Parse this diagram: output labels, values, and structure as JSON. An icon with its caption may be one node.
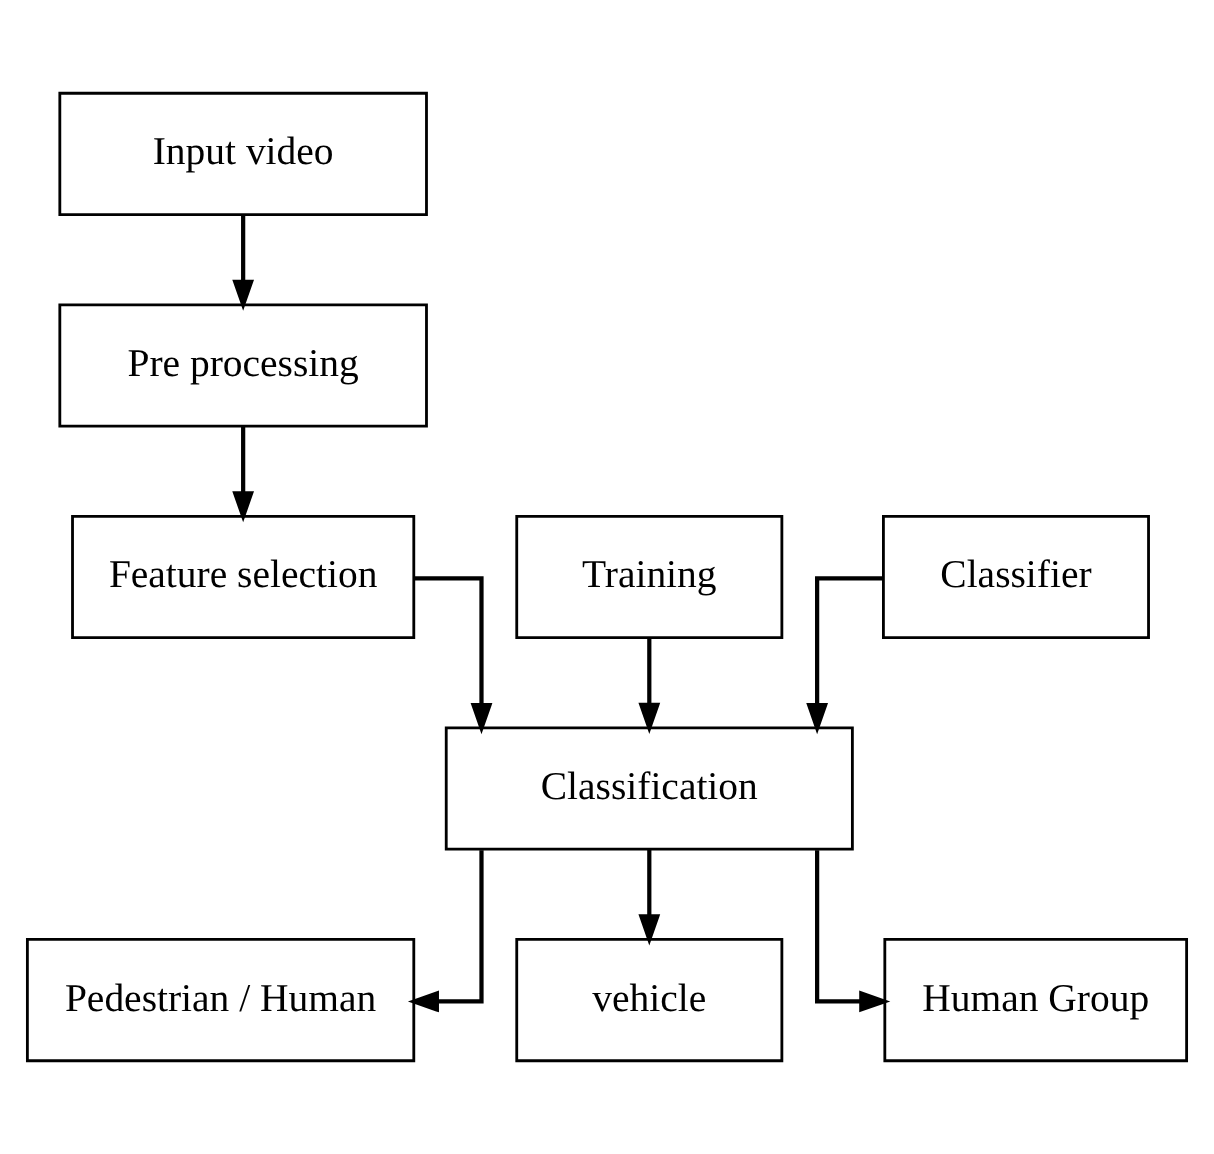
{
  "diagram": {
    "nodes": [
      {
        "text": [
          "Input video"
        ]
      },
      {
        "text": [
          "Pre processing"
        ]
      },
      {
        "text": [
          "Training"
        ]
      },
      {
        "text": [
          "Feature selection"
        ]
      },
      {
        "text": [
          "Classifier"
        ]
      },
      {
        "text": [
          "Classification"
        ]
      },
      {
        "text": [
          "Pedestrian / Human"
        ]
      },
      {
        "text": [
          "vehicle"
        ]
      },
      {
        "text": [
          "Human Group"
        ]
      }
    ],
    "edges": [
      {
        "from": 0,
        "to": 1,
        "arrow": "to"
      },
      {
        "from": 1,
        "to": 3,
        "arrow": "to"
      },
      {
        "from": 2,
        "to": 5,
        "arrow": "to"
      },
      {
        "from": 3,
        "to": 5,
        "arrow": "to"
      },
      {
        "from": 4,
        "to": 5,
        "arrow": "to"
      },
      {
        "from": 5,
        "to": 6,
        "arrow": "to"
      },
      {
        "from": 5,
        "to": 7,
        "arrow": "to"
      },
      {
        "from": 5,
        "to": 8,
        "arrow": "to"
      }
    ]
  }
}
